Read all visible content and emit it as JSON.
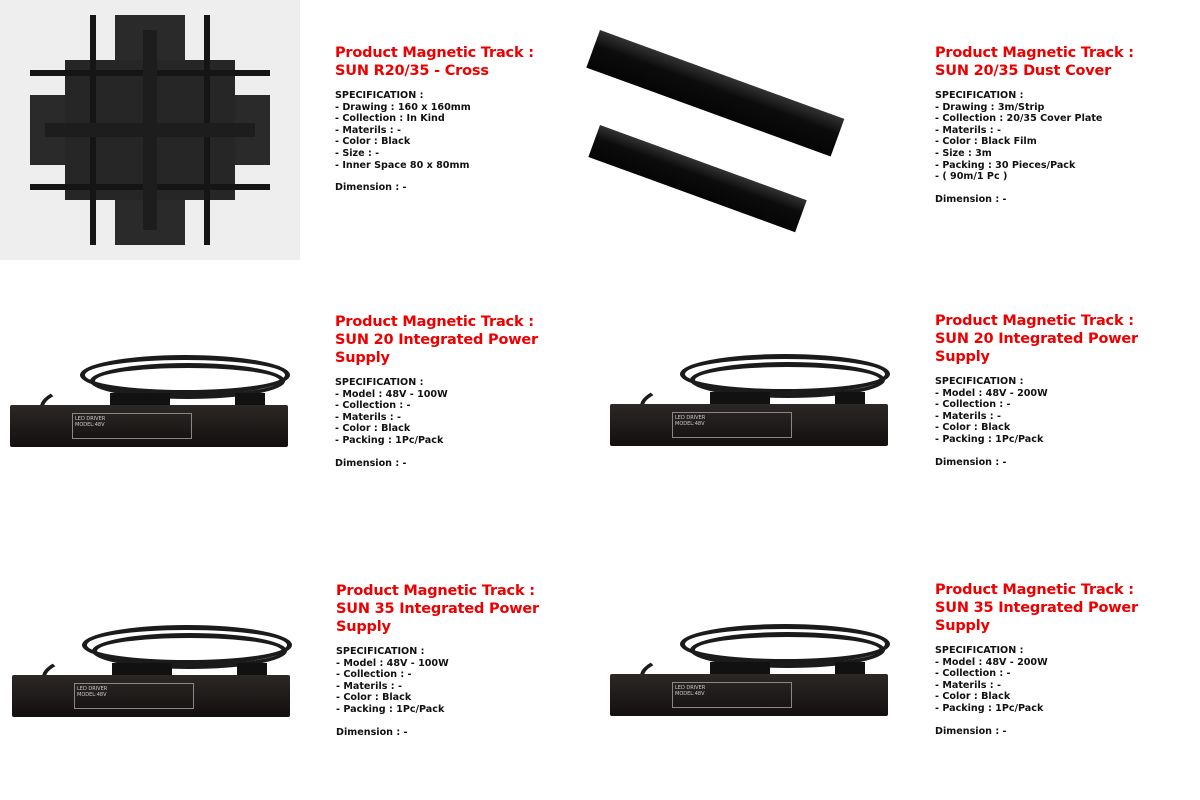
{
  "products": [
    {
      "title_line1": "Product Magnetic Track :",
      "title_line2": "SUN R20/35 - Cross",
      "spec_heading": "SPECIFICATION :",
      "specs": [
        "- Drawing : 160 x 160mm",
        "- Collection : In Kind",
        "- Materils : -",
        "- Color : Black",
        "- Size : -",
        "- Inner Space 80 x 80mm"
      ],
      "dimension": "Dimension : -",
      "image": "cross-connector"
    },
    {
      "title_line1": "Product Magnetic Track :",
      "title_line2": "SUN 20/35 Dust Cover",
      "spec_heading": "SPECIFICATION :",
      "specs": [
        "- Drawing : 3m/Strip",
        "- Collection : 20/35 Cover Plate",
        "- Materils : -",
        "- Color : Black Film",
        "- Size : 3m",
        "- Packing : 30 Pieces/Pack",
        "- ( 90m/1 Pc )"
      ],
      "dimension": "Dimension : -",
      "image": "dust-cover"
    },
    {
      "title_line1": "Product Magnetic Track :",
      "title_line2": "SUN 20 Integrated Power Supply",
      "spec_heading": "SPECIFICATION :",
      "specs": [
        "- Model : 48V - 100W",
        "- Collection : -",
        "- Materils : -",
        "- Color : Black",
        "- Packing : 1Pc/Pack"
      ],
      "dimension": "Dimension : -",
      "image": "power-supply"
    },
    {
      "title_line1": "Product Magnetic Track :",
      "title_line2": "SUN 20 Integrated Power Supply",
      "spec_heading": "SPECIFICATION :",
      "specs": [
        "- Model : 48V - 200W",
        "- Collection : -",
        "- Materils : -",
        "- Color : Black",
        "- Packing : 1Pc/Pack"
      ],
      "dimension": "Dimension : -",
      "image": "power-supply"
    },
    {
      "title_line1": "Product Magnetic Track :",
      "title_line2": "SUN 35 Integrated Power Supply",
      "spec_heading": "SPECIFICATION :",
      "specs": [
        "- Model : 48V - 100W",
        "- Collection : -",
        "- Materils : -",
        "- Color : Black",
        "- Packing : 1Pc/Pack"
      ],
      "dimension": "Dimension : -",
      "image": "power-supply"
    },
    {
      "title_line1": "Product Magnetic Track :",
      "title_line2": "SUN 35 Integrated Power Supply",
      "spec_heading": "SPECIFICATION :",
      "specs": [
        "- Model : 48V - 200W",
        "- Collection : -",
        "- Materils : -",
        "- Color : Black",
        "- Packing : 1Pc/Pack"
      ],
      "dimension": "Dimension : -",
      "image": "power-supply"
    }
  ],
  "colors": {
    "title": "#ee0000",
    "text": "#111111"
  }
}
